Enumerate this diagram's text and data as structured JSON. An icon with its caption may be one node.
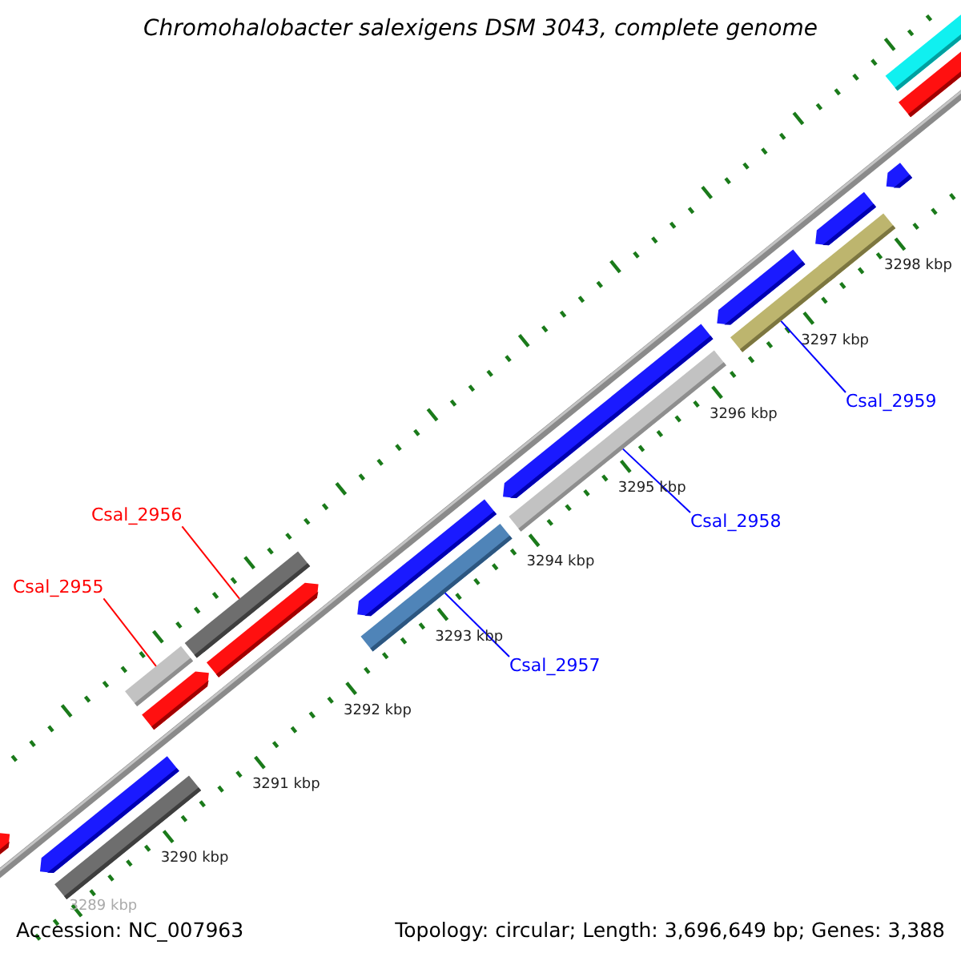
{
  "diagram": {
    "title": "Chromohalobacter salexigens DSM 3043, complete genome",
    "nodes": [
      {
        "text": [
          "Csal_2956"
        ]
      },
      {
        "text": [],
        "shape": "bar"
      },
      {
        "text": [
          "Csal_2955"
        ]
      },
      {
        "text": [],
        "shape": "bar"
      },
      {
        "text": [
          "Csal_2957"
        ]
      },
      {
        "text": [],
        "shape": "bar"
      },
      {
        "text": [
          "Csal_2958"
        ]
      },
      {
        "text": [],
        "shape": "bar"
      },
      {
        "text": [
          "Csal_2959"
        ]
      },
      {
        "text": [],
        "shape": "bar"
      },
      {
        "text": [],
        "shape": "arrow"
      },
      {
        "text": [],
        "shape": "arrow"
      },
      {
        "text": [],
        "shape": "bar"
      },
      {
        "text": [],
        "shape": "arrow"
      },
      {
        "text": [],
        "shape": "arrow"
      },
      {
        "text": [],
        "shape": "arrow"
      },
      {
        "text": [],
        "shape": "arrow"
      },
      {
        "text": [],
        "shape": "arrow"
      },
      {
        "text": [],
        "shape": "bar"
      },
      {
        "text": [],
        "shape": "arrow"
      },
      {
        "text": [],
        "shape": "arrow"
      },
      {
        "text": [],
        "shape": "arrow"
      },
      {
        "text": [],
        "shape": "bar"
      }
    ],
    "edges": [
      {
        "from": 0,
        "to": 1,
        "arrow": "none",
        "color": "#ff0000"
      },
      {
        "from": 2,
        "to": 3,
        "arrow": "none",
        "color": "#ff0000"
      },
      {
        "from": 4,
        "to": 5,
        "arrow": "none"
      },
      {
        "from": 6,
        "to": 7,
        "arrow": "none"
      },
      {
        "from": 8,
        "to": 9,
        "arrow": "none"
      }
    ],
    "labels": [
      "3298 kbp",
      "3297 kbp",
      "3296 kbp",
      "3295 kbp",
      "3294 kbp",
      "3293 kbp",
      "3292 kbp",
      "3291 kbp",
      "3290 kbp",
      "Accession: NC_007963",
      "Topology: circular; Length: 3,696,649 bp; Genes: 3,388",
      "3289 kbp"
    ]
  }
}
